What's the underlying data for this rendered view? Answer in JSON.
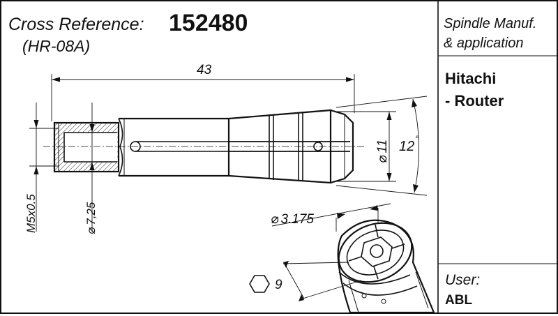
{
  "header": {
    "cross_reference_label": "Cross Reference:",
    "part_number": "152480",
    "model_code": "(HR-08A)"
  },
  "sidebar": {
    "spindle_label_line1": "Spindle Manuf.",
    "spindle_label_line2": "& application",
    "manufacturer": "Hitachi",
    "application": "- Router",
    "user_label": "User:",
    "user_value": "ABL"
  },
  "dimensions": {
    "overall_length": "43",
    "diameter_11": "11",
    "taper_angle": "12",
    "degree_symbol": "°",
    "thread": "M5x0.5",
    "bore_diameter": "7,25",
    "shank_diameter": "3.175",
    "hex_size": "9",
    "diameter_symbol": "⌀"
  }
}
